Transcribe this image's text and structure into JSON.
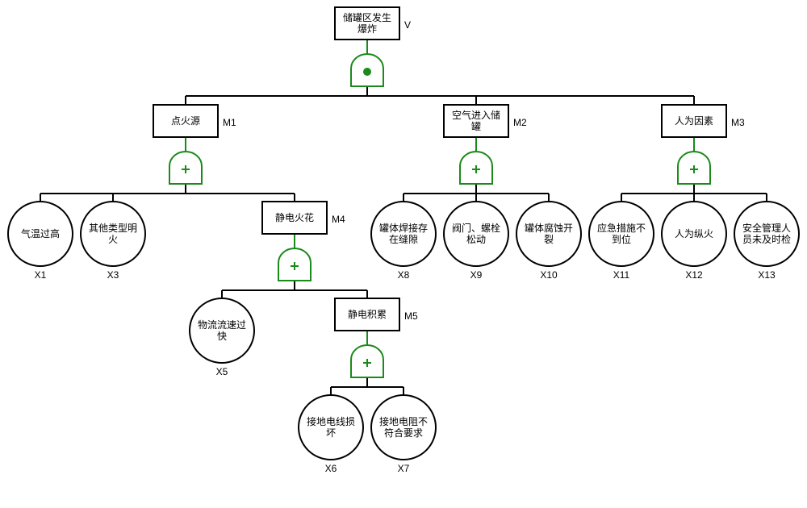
{
  "diagram": {
    "type": "fault-tree",
    "gate_color": "#1a8a1a",
    "line_color": "#000000",
    "nodes": [
      {
        "id": "V",
        "kind": "event",
        "lines": [
          "储罐区发生",
          "爆炸"
        ],
        "tag": "V",
        "gate": "and",
        "children": [
          "M1",
          "M2",
          "M3"
        ]
      },
      {
        "id": "M1",
        "kind": "event",
        "lines": [
          "点火源"
        ],
        "tag": "M1",
        "gate": "or",
        "children": [
          "X1",
          "X3",
          "M4"
        ]
      },
      {
        "id": "M2",
        "kind": "event",
        "lines": [
          "空气进入储",
          "罐"
        ],
        "tag": "M2",
        "gate": "or",
        "children": [
          "X8",
          "X9",
          "X10"
        ]
      },
      {
        "id": "M3",
        "kind": "event",
        "lines": [
          "人为因素"
        ],
        "tag": "M3",
        "gate": "or",
        "children": [
          "X11",
          "X12",
          "X13"
        ]
      },
      {
        "id": "M4",
        "kind": "event",
        "lines": [
          "静电火花"
        ],
        "tag": "M4",
        "gate": "or",
        "children": [
          "X5",
          "M5"
        ]
      },
      {
        "id": "M5",
        "kind": "event",
        "lines": [
          "静电积累"
        ],
        "tag": "M5",
        "gate": "or",
        "children": [
          "X6",
          "X7"
        ]
      },
      {
        "id": "X1",
        "kind": "basic",
        "lines": [
          "气温过高"
        ],
        "tag": "X1"
      },
      {
        "id": "X3",
        "kind": "basic",
        "lines": [
          "其他类型明",
          "火"
        ],
        "tag": "X3"
      },
      {
        "id": "X5",
        "kind": "basic",
        "lines": [
          "物流流速过",
          "快"
        ],
        "tag": "X5"
      },
      {
        "id": "X6",
        "kind": "basic",
        "lines": [
          "接地电线损",
          "坏"
        ],
        "tag": "X6"
      },
      {
        "id": "X7",
        "kind": "basic",
        "lines": [
          "接地电阻不",
          "符合要求"
        ],
        "tag": "X7"
      },
      {
        "id": "X8",
        "kind": "basic",
        "lines": [
          "罐体焊接存",
          "在缝隙"
        ],
        "tag": "X8"
      },
      {
        "id": "X9",
        "kind": "basic",
        "lines": [
          "阀门、螺栓",
          "松动"
        ],
        "tag": "X9"
      },
      {
        "id": "X10",
        "kind": "basic",
        "lines": [
          "罐体腐蚀开",
          "裂"
        ],
        "tag": "X10"
      },
      {
        "id": "X11",
        "kind": "basic",
        "lines": [
          "应急措施不",
          "到位"
        ],
        "tag": "X11"
      },
      {
        "id": "X12",
        "kind": "basic",
        "lines": [
          "人为纵火"
        ],
        "tag": "X12"
      },
      {
        "id": "X13",
        "kind": "basic",
        "lines": [
          "安全管理人",
          "员未及时检"
        ],
        "tag": "X13"
      }
    ]
  }
}
